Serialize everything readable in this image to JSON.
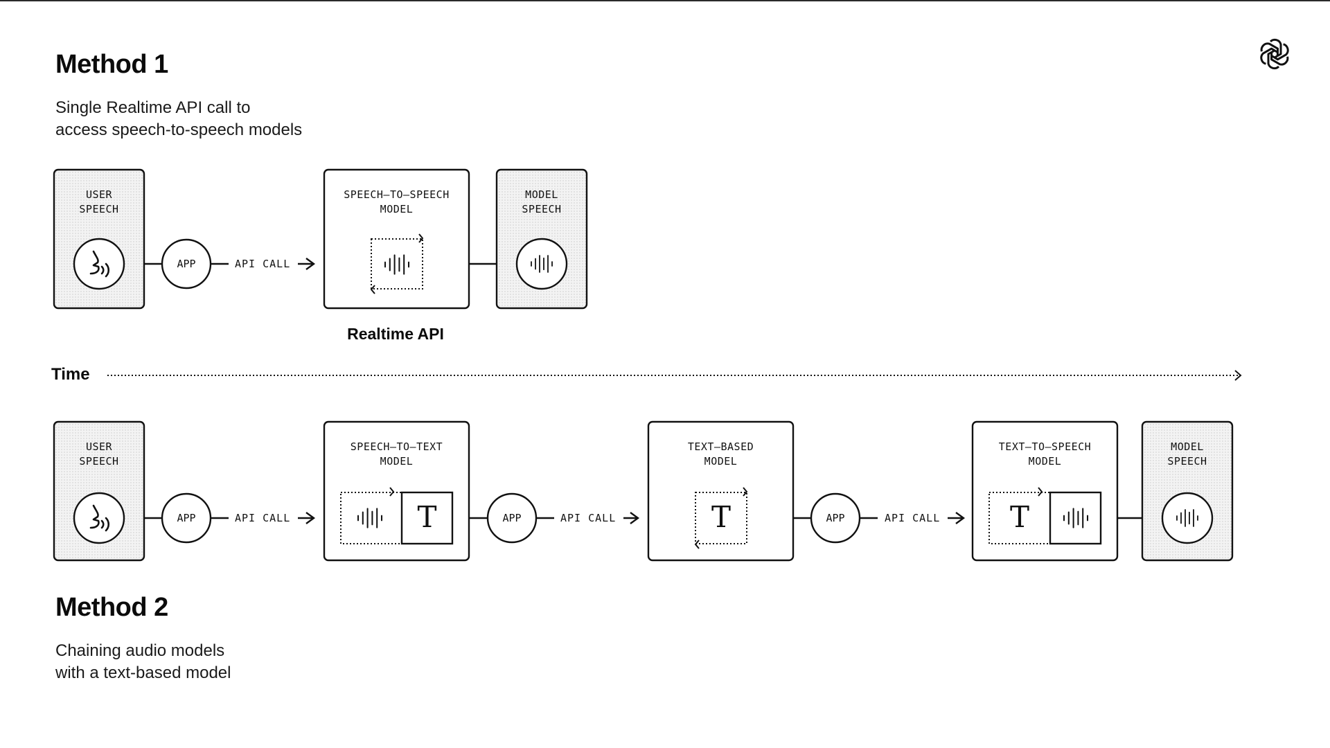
{
  "method1": {
    "title": "Method 1",
    "desc_line1": "Single Realtime API call to",
    "desc_line2": "access speech-to-speech models",
    "caption": "Realtime API",
    "boxes": {
      "user_speech": [
        "USER",
        "SPEECH"
      ],
      "s2s_model": [
        "SPEECH–TO–SPEECH",
        "MODEL"
      ],
      "model_speech": [
        "MODEL",
        "SPEECH"
      ]
    },
    "app": "APP",
    "api_call": "API CALL"
  },
  "time_label": "Time",
  "method2": {
    "title": "Method 2",
    "desc_line1": "Chaining audio models",
    "desc_line2": "with a text-based model",
    "boxes": {
      "user_speech": [
        "USER",
        "SPEECH"
      ],
      "stt_model": [
        "SPEECH–TO–TEXT",
        "MODEL"
      ],
      "text_model": [
        "TEXT–BASED",
        "MODEL"
      ],
      "tts_model": [
        "TEXT–TO–SPEECH",
        "MODEL"
      ],
      "model_speech": [
        "MODEL",
        "SPEECH"
      ]
    },
    "app": "APP",
    "api_call": "API CALL",
    "text_glyph": "T"
  },
  "icons": [
    "speaking-head-icon",
    "waveform-icon",
    "text-T-icon",
    "loop-arrow-icon",
    "openai-logo-icon"
  ],
  "colors": {
    "stroke": "#111111",
    "box_fill_dotted": "#f2f2f2",
    "background": "#ffffff"
  }
}
